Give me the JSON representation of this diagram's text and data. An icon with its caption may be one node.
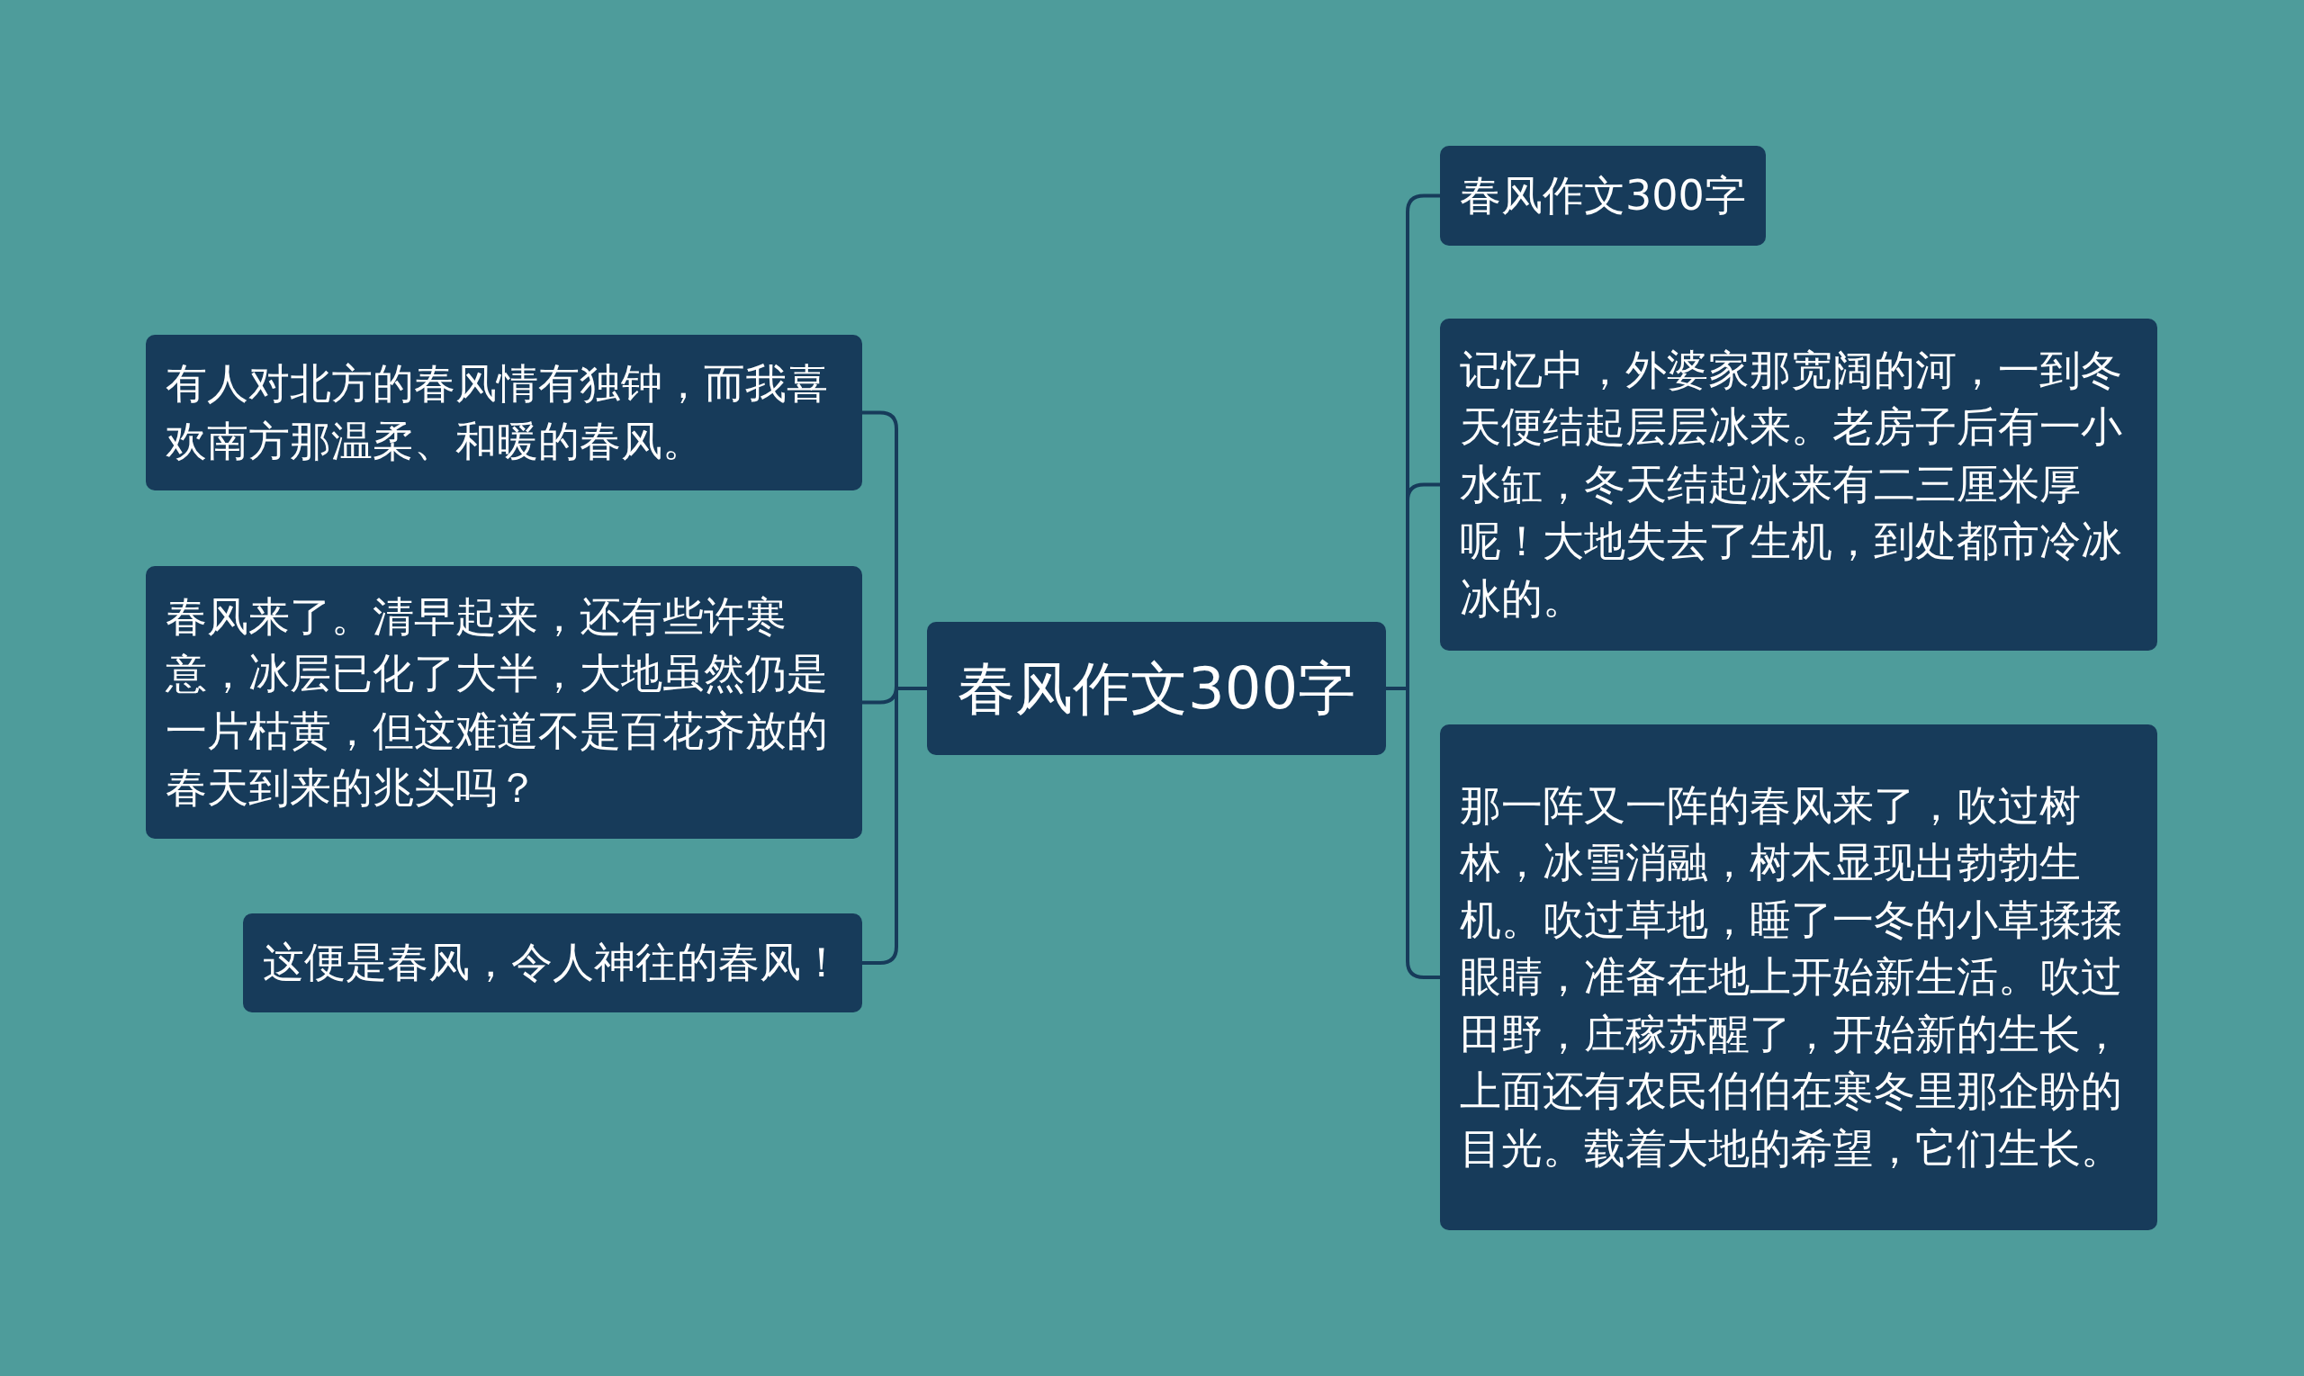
{
  "diagram": {
    "nodes": [
      {
        "text": [
          "春风作文300字"
        ]
      },
      {
        "text": [
          "春风作文300字"
        ]
      },
      {
        "text": [
          "记忆中，外婆家那宽阔的河，一到冬天便结起层层冰来。老房子后有一小水缸，冬天结起冰来有二三厘米厚呢！大地失去了生机，到处都市冷冰冰的。"
        ]
      },
      {
        "text": [
          "那一阵又一阵的春风来了，吹过树林，冰雪消融，树木显现出勃勃生机。吹过草地，睡了一冬的小草揉揉眼睛，准备在地上开始新生活。吹过田野，庄稼苏醒了，开始新的生长，上面还有农民伯伯在寒冬里那企盼的目光。载着大地的希望，它们生长。"
        ]
      },
      {
        "text": [
          "有人对北方的春风情有独钟，而我喜欢南方那温柔、和暖的春风。"
        ]
      },
      {
        "text": [
          "春风来了。清早起来，还有些许寒意，冰层已化了大半，大地虽然仍是一片枯黄，但这难道不是百花齐放的春天到来的兆头吗？"
        ]
      },
      {
        "text": [
          "这便是春风，令人神往的春风！"
        ]
      }
    ],
    "edges": [
      {
        "from": 0,
        "to": 1,
        "arrow": "none"
      },
      {
        "from": 0,
        "to": 2,
        "arrow": "none"
      },
      {
        "from": 0,
        "to": 3,
        "arrow": "none"
      },
      {
        "from": 0,
        "to": 4,
        "arrow": "none"
      },
      {
        "from": 0,
        "to": 5,
        "arrow": "none"
      },
      {
        "from": 0,
        "to": 6,
        "arrow": "none"
      }
    ]
  }
}
